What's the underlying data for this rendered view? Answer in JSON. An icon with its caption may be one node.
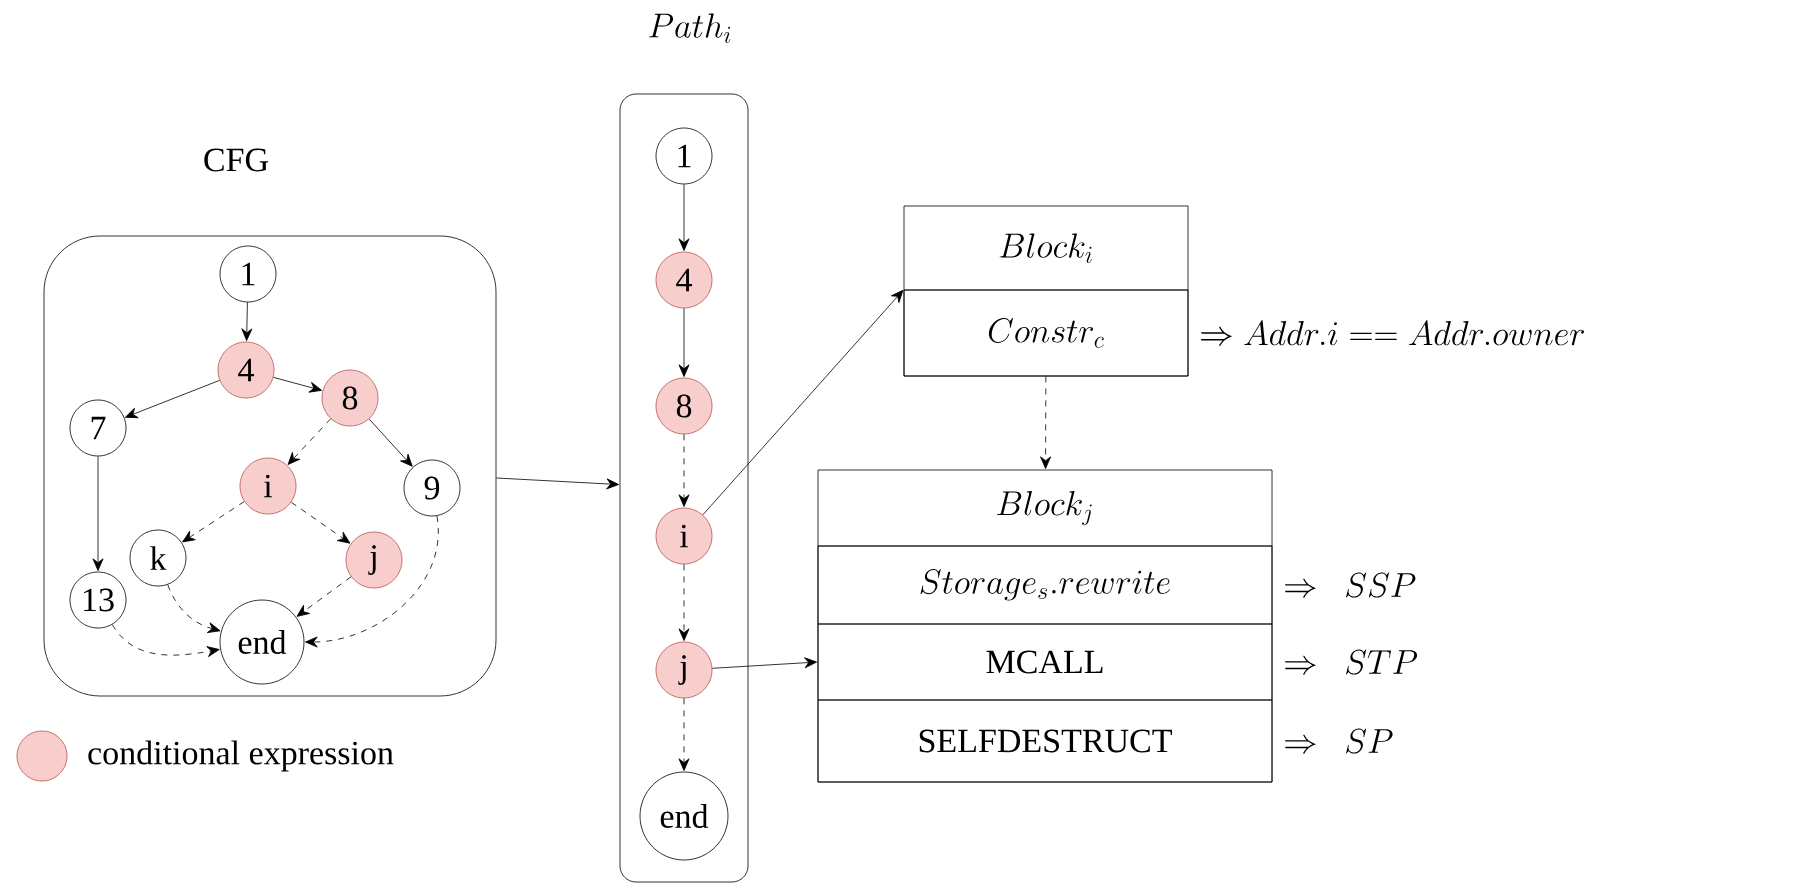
{
  "diagram": {
    "nodes": [
      {
        "text": [
          "CFG"
        ]
      },
      {
        "text": [
          "1"
        ],
        "in": 0
      },
      {
        "text": [
          "4"
        ],
        "in": 0
      },
      {
        "text": [
          "7"
        ],
        "in": 0
      },
      {
        "text": [
          "8"
        ],
        "in": 0
      },
      {
        "text": [
          "i"
        ],
        "in": 0
      },
      {
        "text": [
          "9"
        ],
        "in": 0
      },
      {
        "text": [
          "k"
        ],
        "in": 0
      },
      {
        "text": [
          "j"
        ],
        "in": 0
      },
      {
        "text": [
          "13"
        ],
        "in": 0
      },
      {
        "text": [
          "end"
        ],
        "in": 0
      },
      {
        "text": [
          "Path_i"
        ]
      },
      {
        "text": [
          "1"
        ],
        "in": 11
      },
      {
        "text": [
          "4"
        ],
        "in": 11
      },
      {
        "text": [
          "8"
        ],
        "in": 11
      },
      {
        "text": [
          "i"
        ],
        "in": 11
      },
      {
        "text": [
          "j"
        ],
        "in": 11
      },
      {
        "text": [
          "end"
        ],
        "in": 11
      },
      {
        "text": [
          "Block_i"
        ]
      },
      {
        "text": [
          "Constr_c"
        ],
        "in": 18,
        "beside": [
          "\\Rightarrow Addr.i == Addr.owner"
        ]
      },
      {
        "text": [
          "Block_j"
        ]
      },
      {
        "text": [
          "Storage_s.rewrite"
        ],
        "in": 20,
        "beside": [
          "\\Rightarrow\\ \\ SSP"
        ]
      },
      {
        "text": [
          "MCALL"
        ],
        "in": 20,
        "beside": [
          "\\Rightarrow\\ \\ STP"
        ]
      },
      {
        "text": [
          "SELFDESTRUCT"
        ],
        "in": 20,
        "beside": [
          "\\Rightarrow\\ \\ SP"
        ]
      }
    ],
    "edges": [
      {
        "from": 1,
        "to": 2,
        "arrow": "to"
      },
      {
        "from": 2,
        "to": 3,
        "arrow": "to"
      },
      {
        "from": 2,
        "to": 4,
        "arrow": "to"
      },
      {
        "from": 4,
        "to": 5,
        "arrow": "to",
        "style": "dashed"
      },
      {
        "from": 4,
        "to": 6,
        "arrow": "to"
      },
      {
        "from": 3,
        "to": 9,
        "arrow": "to"
      },
      {
        "from": 5,
        "to": 7,
        "arrow": "to",
        "style": "dashed"
      },
      {
        "from": 5,
        "to": 8,
        "arrow": "to",
        "style": "dashed"
      },
      {
        "from": 7,
        "to": 10,
        "arrow": "to",
        "style": "dashed"
      },
      {
        "from": 8,
        "to": 10,
        "arrow": "to",
        "style": "dashed"
      },
      {
        "from": 6,
        "to": 10,
        "arrow": "to",
        "style": "dashed"
      },
      {
        "from": 9,
        "to": 10,
        "arrow": "to",
        "style": "dashed"
      },
      {
        "from": 0,
        "to": 11,
        "arrow": "to"
      },
      {
        "from": 12,
        "to": 13,
        "arrow": "to"
      },
      {
        "from": 13,
        "to": 14,
        "arrow": "to"
      },
      {
        "from": 14,
        "to": 15,
        "arrow": "to",
        "style": "dashed"
      },
      {
        "from": 15,
        "to": 16,
        "arrow": "to",
        "style": "dashed"
      },
      {
        "from": 16,
        "to": 17,
        "arrow": "to",
        "style": "dashed"
      },
      {
        "from": 15,
        "to": 19,
        "arrow": "to"
      },
      {
        "from": 19,
        "to": 20,
        "arrow": "to",
        "style": "dashed"
      },
      {
        "from": 16,
        "to": 22,
        "arrow": "to"
      }
    ],
    "legend": [
      {
        "text": "conditional expression",
        "color": "#f8cecc"
      }
    ]
  }
}
